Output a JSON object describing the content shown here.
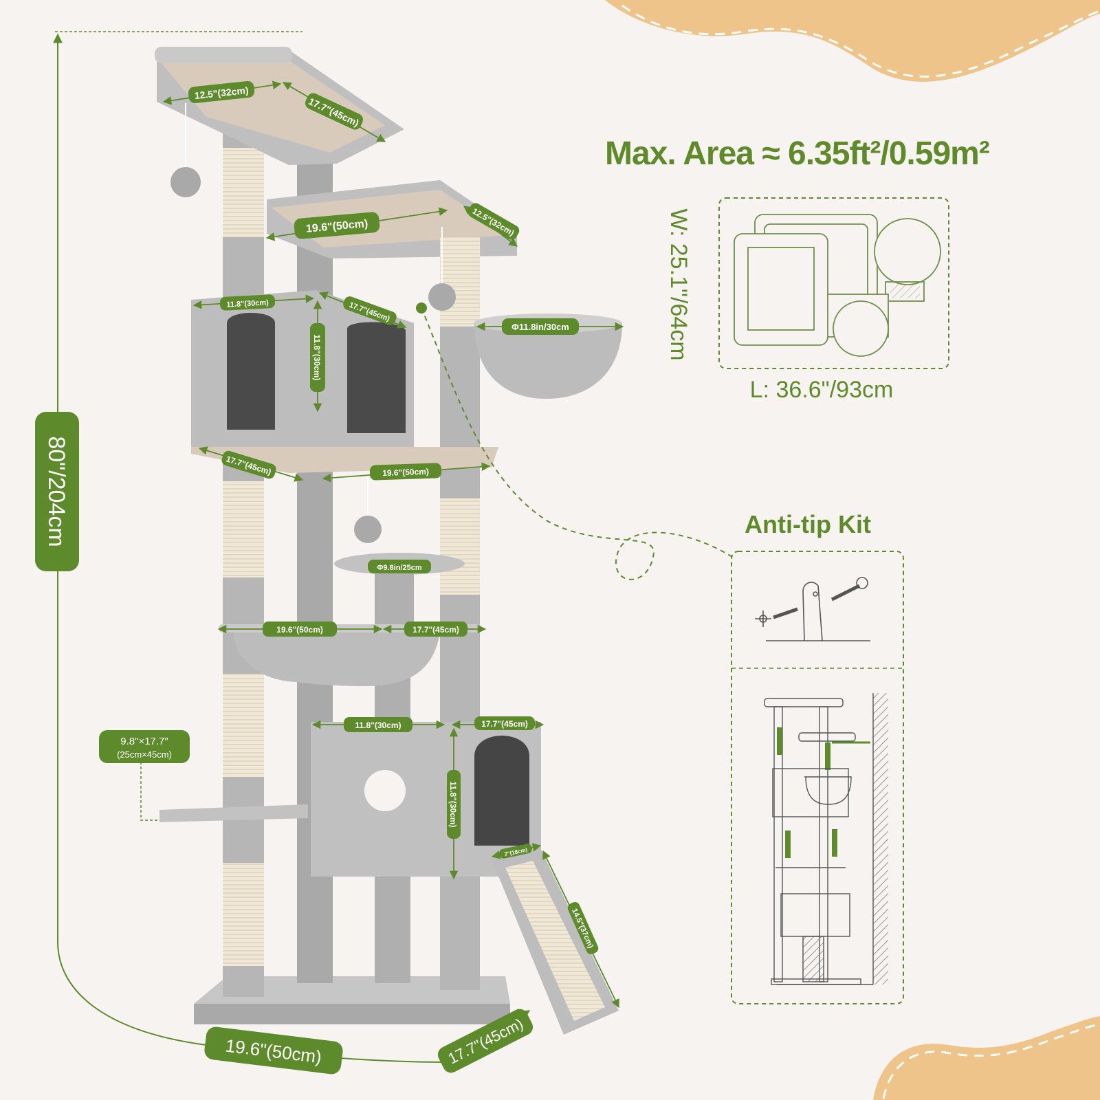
{
  "colors": {
    "background": "#f6f3f1",
    "accent_green": "#5e8a2a",
    "pill_green": "#5d8a2a",
    "tan_wave": "#eec48a",
    "plush_gray": "#b4b4b4",
    "sisal": "#efe8d6",
    "platform_tan": "#d8cbbc"
  },
  "header": {
    "max_area": "Max. Area ≈ 6.35ft²/0.59m²"
  },
  "floor_plan": {
    "length_label": "L: 36.6\"/93cm",
    "width_label": "W: 25.1\"/64cm"
  },
  "anti_tip": {
    "title": "Anti-tip Kit"
  },
  "dimensions": {
    "total_height": "80\"/204cm",
    "base_width": "19.6\"(50cm)",
    "base_depth": "17.7\"(45cm)",
    "top_perch_width": "12.5\"(32cm)",
    "top_perch_depth": "17.7\"(45cm)",
    "second_perch_width": "19.6\"(50cm)",
    "second_perch_depth": "12.5\"(32cm)",
    "upper_condo_width": "11.8\"(30cm)",
    "upper_condo_depth": "17.7\"(45cm)",
    "upper_condo_height": "11.8\"(30cm)",
    "upper_basket": "Φ11.8in/30cm",
    "middle_platform_depth": "17.7\"(45cm)",
    "middle_platform_width": "19.6\"(50cm)",
    "small_perch": "Φ9.8in/25cm",
    "hammock_width": "19.6\"(50cm)",
    "hammock_depth": "17.7\"(45cm)",
    "lower_condo_width": "11.8\"(30cm)",
    "lower_condo_depth": "17.7\"(45cm)",
    "lower_condo_height": "11.8\"(30cm)",
    "side_step_line1": "9.8\"×17.7\"",
    "side_step_line2": "(25cm×45cm)",
    "ramp_width": "7\"(18cm)",
    "ramp_length": "14.5\"(37cm)"
  }
}
